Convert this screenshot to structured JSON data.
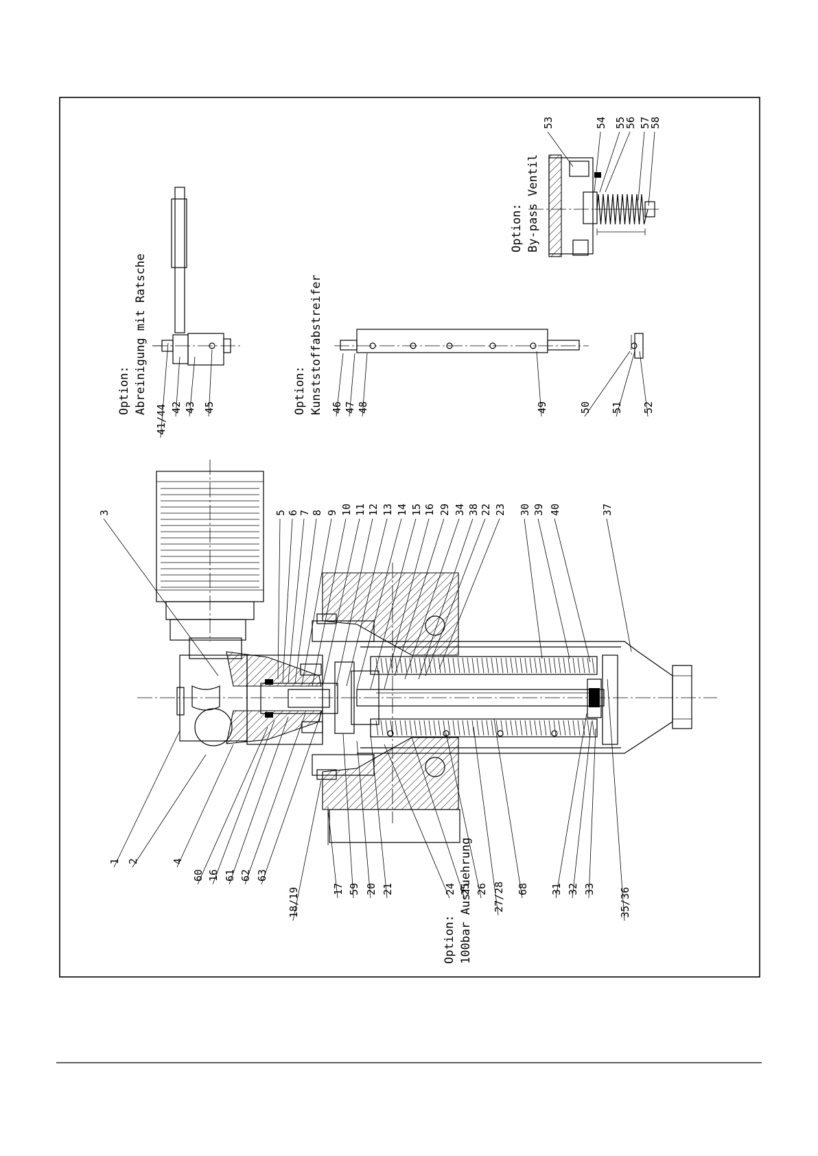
{
  "page": {
    "background": "#ffffff",
    "line_color": "#000000"
  },
  "options": {
    "cleaning": {
      "l1": "Option:",
      "l2": "Abreinigung mit Ratsche"
    },
    "wiper": {
      "l1": "Option:",
      "l2": "Kunststoffabstreifer"
    },
    "bypass": {
      "l1": "Option:",
      "l2": "By-pass Ventil"
    },
    "pressure": {
      "l1": "Option:",
      "l2": "100bar Ausfuehrung"
    }
  },
  "labels": {
    "bottom": [
      "1",
      "2",
      "4",
      "60",
      "16",
      "61",
      "62",
      "63",
      "18/19",
      "17",
      "59",
      "20",
      "21",
      "24",
      "25",
      "26",
      "27/28",
      "68",
      "31",
      "32",
      "33",
      "35/36"
    ],
    "top": [
      "3",
      "5",
      "6",
      "7",
      "8",
      "9",
      "10",
      "11",
      "12",
      "13",
      "14",
      "15",
      "16",
      "29",
      "34",
      "38",
      "22",
      "23",
      "30",
      "39",
      "40",
      "37"
    ],
    "cleaning": [
      "41/44",
      "42",
      "43",
      "45"
    ],
    "wiper": [
      "46",
      "47",
      "48",
      "49",
      "50",
      "51",
      "52"
    ],
    "bypass": [
      "53",
      "54",
      "55",
      "56",
      "57",
      "58"
    ]
  }
}
